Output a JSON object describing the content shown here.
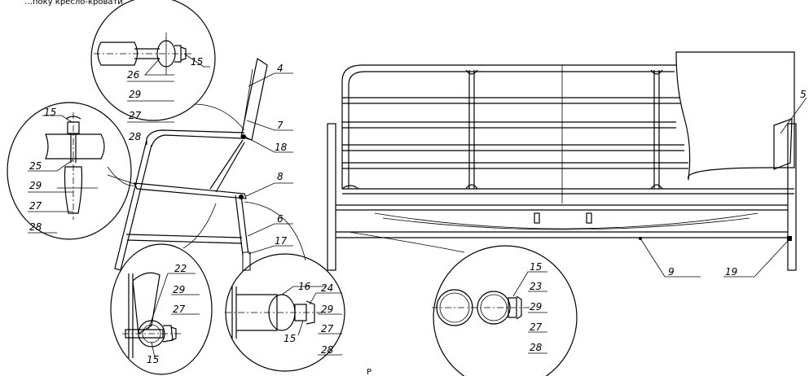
{
  "top_caption": "…поку кресло-кровати",
  "bottom_caption": "Р",
  "callouts": {
    "chair_back": "4",
    "chair_pivot": "7",
    "chair_pivot_bolt": "18",
    "chair_seat_joint": "8",
    "chair_leg": "6",
    "chair_foot": "17",
    "bed_frame_rail": "9",
    "bed_leg_end": "19",
    "bed_cushion": "5"
  },
  "detail_top": [
    "15",
    "26",
    "29",
    "27",
    "28"
  ],
  "detail_left": [
    "15",
    "25",
    "29",
    "27",
    "28"
  ],
  "detail_bottom_left": [
    "22",
    "29",
    "27",
    "15"
  ],
  "detail_bottom_mid": [
    "16",
    "24",
    "29",
    "27",
    "28",
    "15"
  ],
  "detail_bottom_right": [
    "15",
    "23",
    "29",
    "27",
    "28"
  ],
  "colors": {
    "line": "#000000",
    "background": "#ffffff"
  }
}
